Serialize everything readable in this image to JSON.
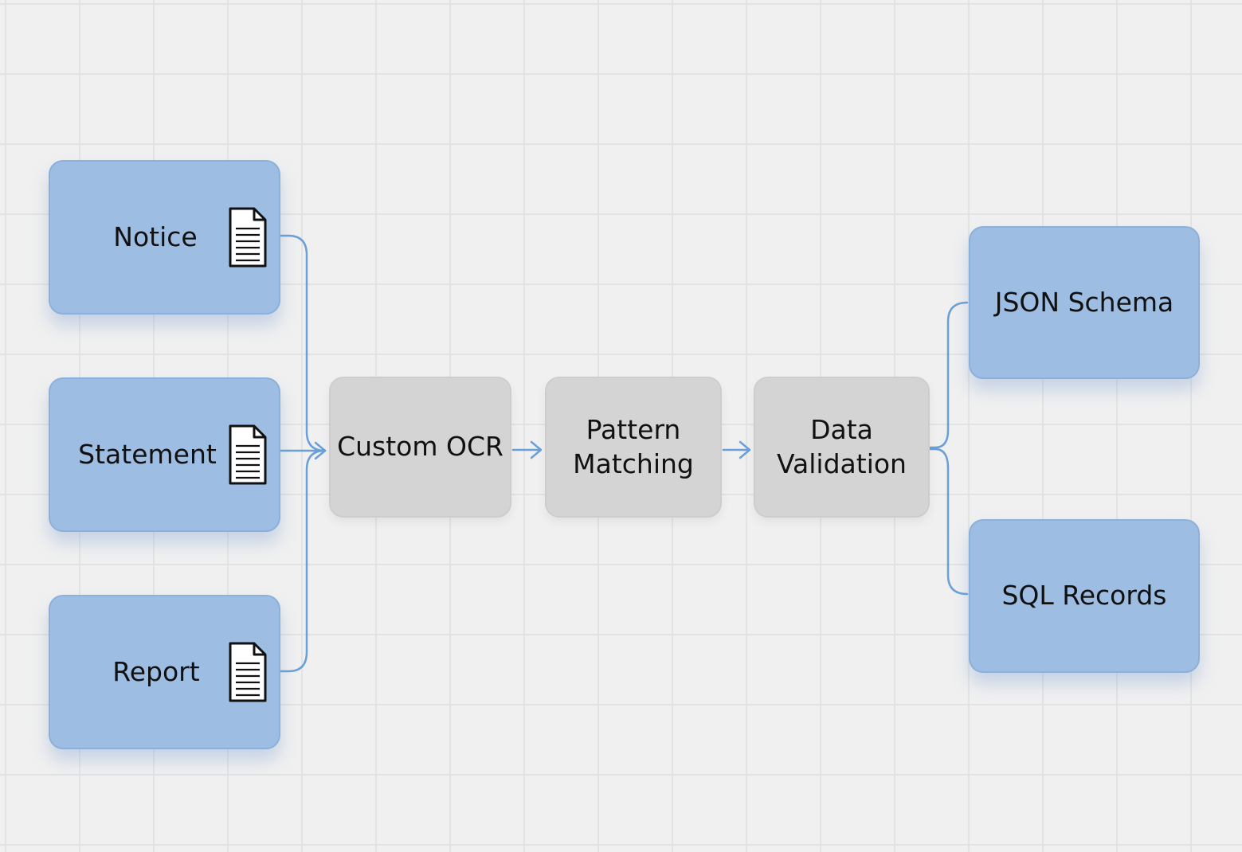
{
  "diagram": {
    "sources": [
      {
        "label": "Notice",
        "icon": "document-icon"
      },
      {
        "label": "Statement",
        "icon": "document-icon"
      },
      {
        "label": "Report",
        "icon": "document-icon"
      }
    ],
    "steps": [
      {
        "lines": [
          "Custom OCR"
        ]
      },
      {
        "lines": [
          "Pattern",
          "Matching"
        ]
      },
      {
        "lines": [
          "Data",
          "Validation"
        ]
      }
    ],
    "outputs": [
      {
        "label": "JSON Schema"
      },
      {
        "label": "SQL Records"
      }
    ]
  },
  "colors": {
    "background": "#f0f0f0",
    "grid": "#e3e3e3",
    "source_node": "#9dbde2",
    "step_node": "#d4d4d4",
    "connector": "#6a9fd8"
  }
}
